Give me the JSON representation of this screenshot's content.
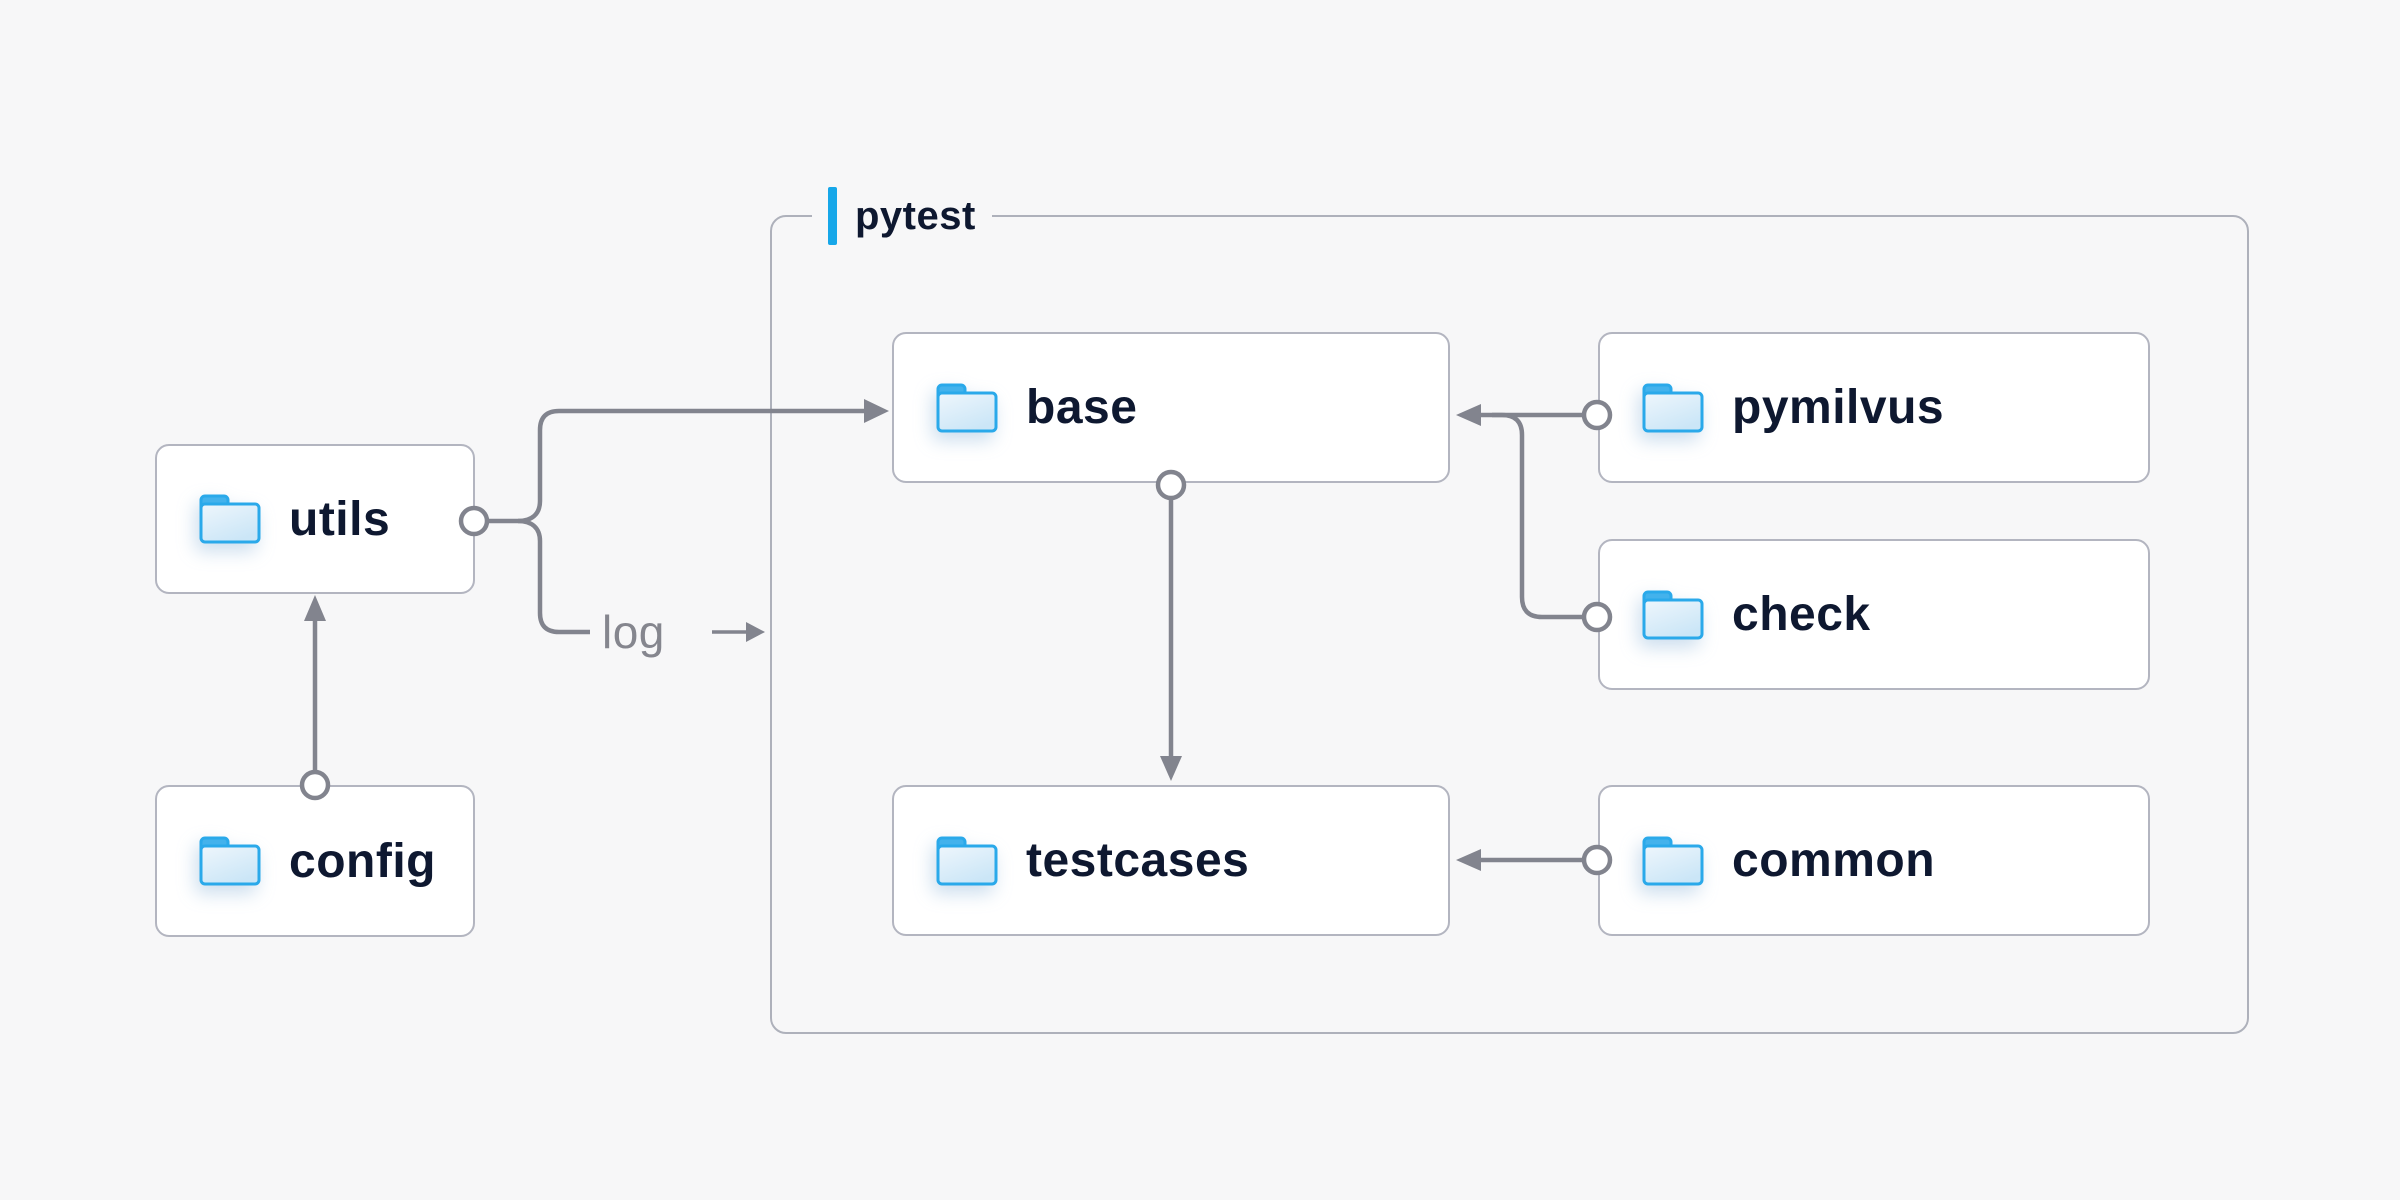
{
  "diagram": {
    "title_group": {
      "label": "pytest"
    },
    "nodes": {
      "utils": {
        "label": "utils",
        "icon": "folder-icon"
      },
      "config": {
        "label": "config",
        "icon": "folder-icon"
      },
      "base": {
        "label": "base",
        "icon": "folder-icon"
      },
      "testcases": {
        "label": "testcases",
        "icon": "folder-icon"
      },
      "pymilvus": {
        "label": "pymilvus",
        "icon": "folder-icon"
      },
      "check": {
        "label": "check",
        "icon": "folder-icon"
      },
      "common": {
        "label": "common",
        "icon": "folder-icon"
      }
    },
    "edges": {
      "log_label": "log",
      "list": [
        {
          "from": "config",
          "to": "utils"
        },
        {
          "from": "utils",
          "to": "base"
        },
        {
          "from": "utils",
          "to": "log"
        },
        {
          "from": "base",
          "to": "testcases"
        },
        {
          "from": "pymilvus",
          "to": "base"
        },
        {
          "from": "check",
          "to": "base"
        },
        {
          "from": "common",
          "to": "testcases"
        }
      ]
    },
    "colors": {
      "background": "#f7f7f8",
      "accent_blue": "#16a7e9",
      "folder_blue": "#2aa9ea",
      "connector_gray": "#82848e",
      "box_border_gray": "#b3b5c0",
      "text_navy": "#0e1830"
    }
  }
}
